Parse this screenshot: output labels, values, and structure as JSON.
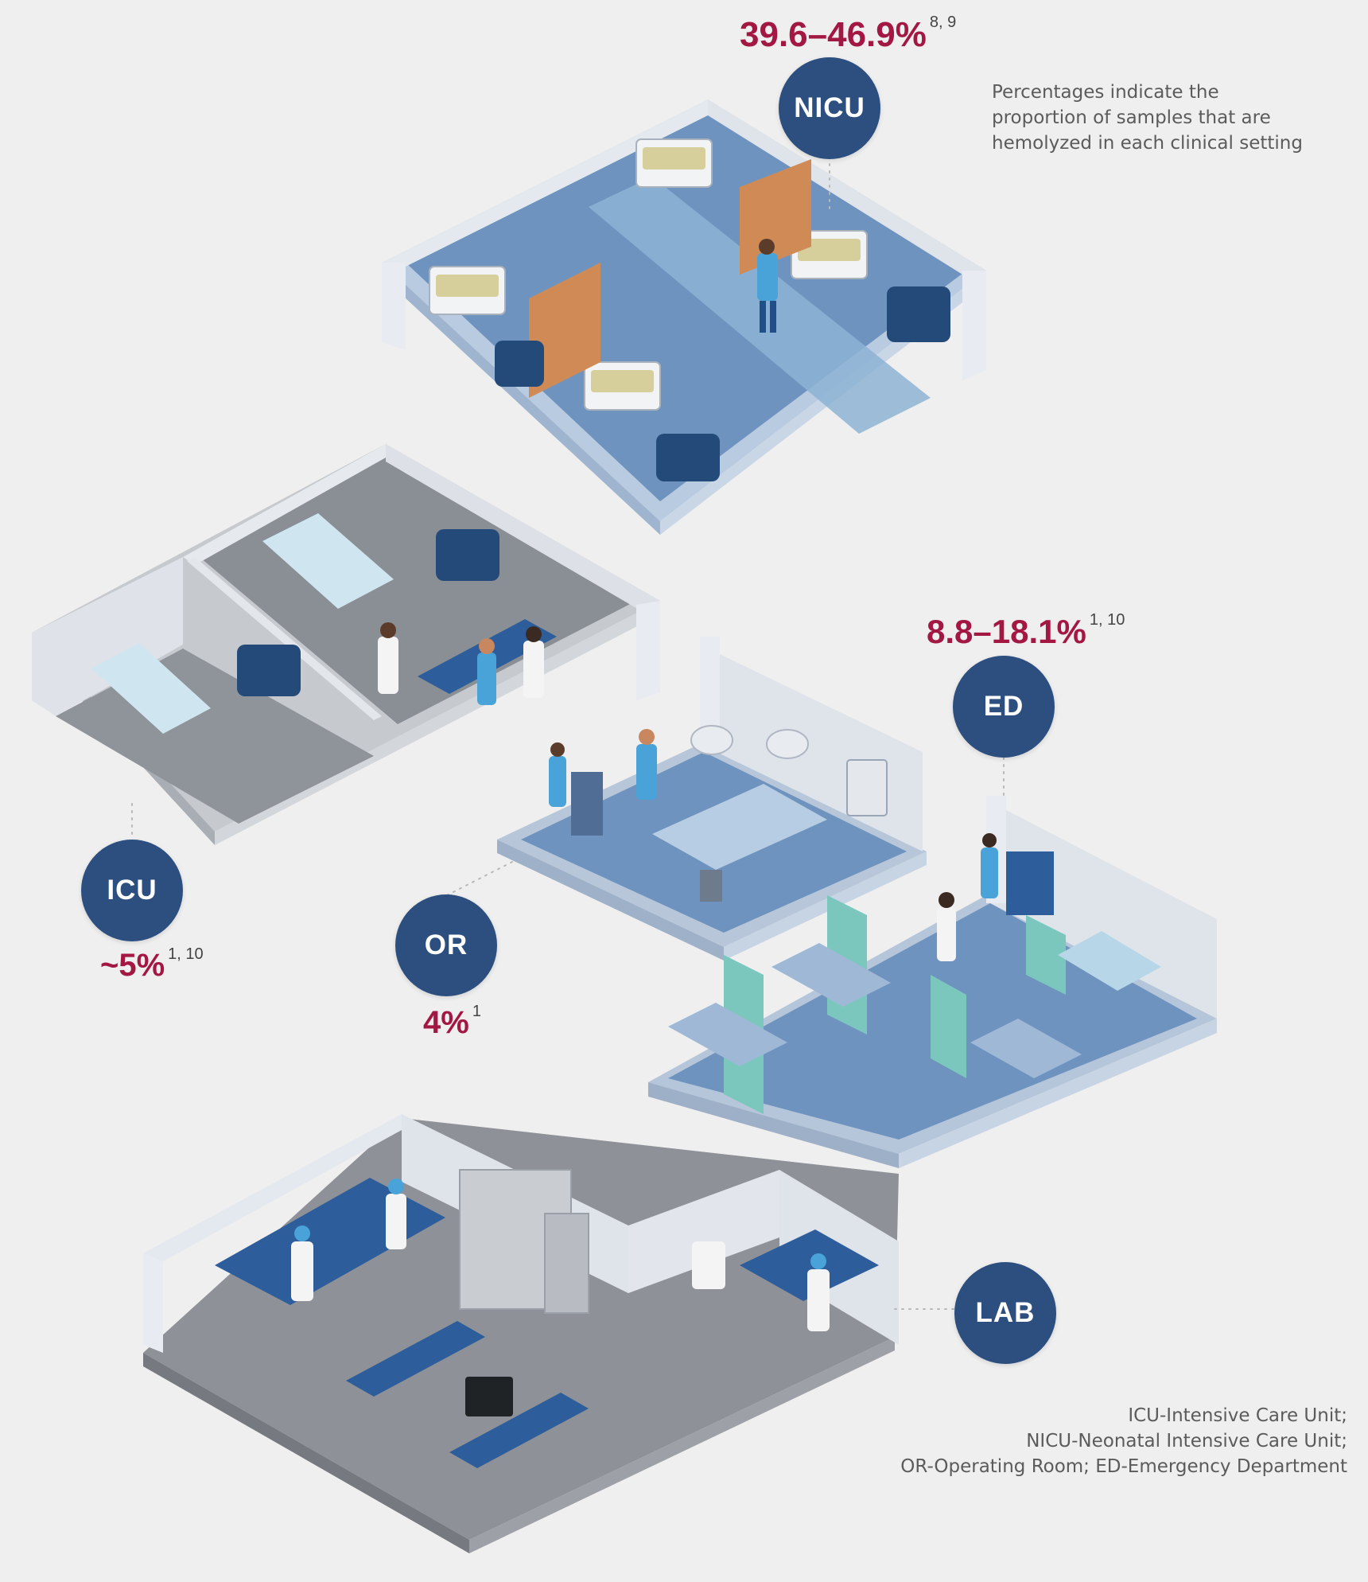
{
  "legend_note": [
    "Percentages indicate the",
    "proportion of samples that are",
    "hemolyzed in each clinical setting"
  ],
  "abbreviations": [
    "ICU-Intensive Care Unit;",
    "NICU-Neonatal Intensive Care Unit;",
    "OR-Operating Room; ED-Emergency Department"
  ],
  "settings": {
    "nicu": {
      "label": "NICU",
      "percent": "39.6–46.9%",
      "refs": "8, 9"
    },
    "icu": {
      "label": "ICU",
      "percent": "~5%",
      "refs": "1, 10"
    },
    "or": {
      "label": "OR",
      "percent": "4%",
      "refs": "1"
    },
    "ed": {
      "label": "ED",
      "percent": "8.8–18.1%",
      "refs": "1, 10"
    },
    "lab": {
      "label": "LAB"
    }
  },
  "colors": {
    "badge": "#2c4f80",
    "percent": "#a31743",
    "wall": "#d9dde6",
    "floor_blue": "#7f9fc4",
    "floor_gray": "#8e9197",
    "curtain_orange": "#d08a55",
    "curtain_teal": "#7cc7bd"
  }
}
